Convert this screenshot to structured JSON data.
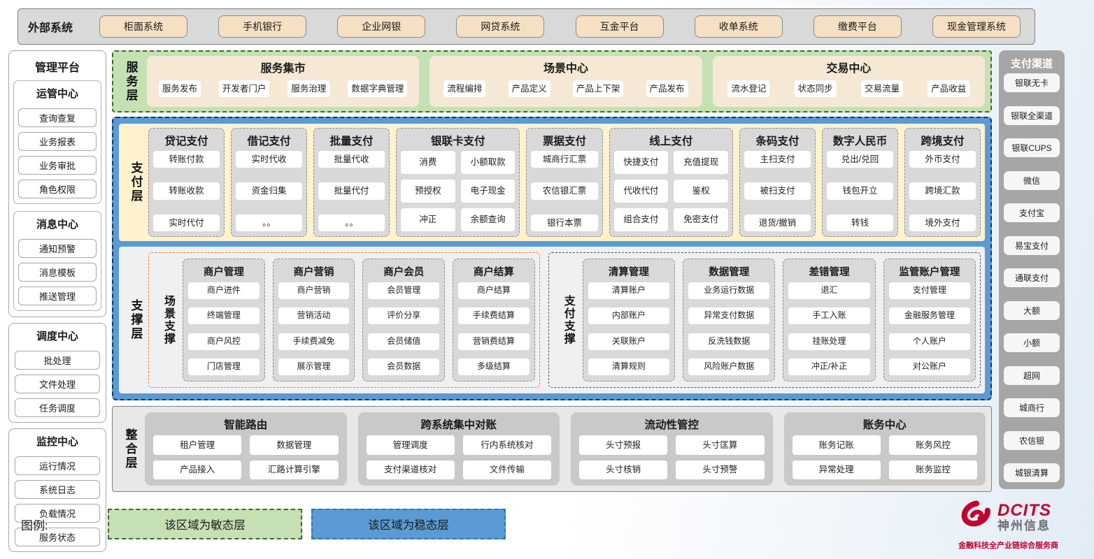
{
  "external": {
    "label": "外部系统",
    "items": [
      "柜面系统",
      "手机银行",
      "企业网银",
      "网贷系统",
      "互金平台",
      "收单系统",
      "缴费平台",
      "现金管理系统"
    ]
  },
  "management": {
    "title": "管理平台",
    "primary_groups": [
      {
        "title": "运管中心",
        "items": [
          "查询查复",
          "业务报表",
          "业务审批",
          "角色权限"
        ]
      },
      {
        "title": "消息中心",
        "items": [
          "通知预警",
          "消息模板",
          "推送管理"
        ]
      }
    ],
    "secondary_groups": [
      {
        "title": "调度中心",
        "items": [
          "批处理",
          "文件处理",
          "任务调度"
        ]
      },
      {
        "title": "监控中心",
        "items": [
          "运行情况",
          "系统日志",
          "负载情况",
          "服务状态"
        ]
      }
    ]
  },
  "service_layer": {
    "label": "服务层",
    "groups": [
      {
        "title": "服务集市",
        "items": [
          "服务发布",
          "开发者门户",
          "服务治理",
          "数据字典管理"
        ]
      },
      {
        "title": "场景中心",
        "items": [
          "流程编排",
          "产品定义",
          "产品上下架",
          "产品发布"
        ]
      },
      {
        "title": "交易中心",
        "items": [
          "流水登记",
          "状态同步",
          "交易流量",
          "产品收益"
        ]
      }
    ]
  },
  "payment_layer": {
    "label": "支付层",
    "columns": [
      {
        "title": "贷记支付",
        "items": [
          "转账付款",
          "转账收款",
          "实时代付"
        ]
      },
      {
        "title": "借记支付",
        "items": [
          "实时代收",
          "资金归集",
          "。。"
        ]
      },
      {
        "title": "批量支付",
        "items": [
          "批量代收",
          "批量代付",
          "。。"
        ]
      },
      {
        "title": "银联卡支付",
        "w": "wide",
        "items": [
          "消费",
          "小额取款",
          "预授权",
          "电子现金",
          "冲正",
          "余额查询"
        ]
      },
      {
        "title": "票据支付",
        "items": [
          "城商行汇票",
          "农信银汇票",
          "银行本票"
        ]
      },
      {
        "title": "线上支付",
        "w": "wide",
        "items": [
          "快捷支付",
          "充值提现",
          "代收代付",
          "鉴权",
          "组合支付",
          "免密支付"
        ]
      },
      {
        "title": "条码支付",
        "items": [
          "主扫支付",
          "被扫支付",
          "退货/撤销"
        ]
      },
      {
        "title": "数字人民币",
        "items": [
          "兑出/兑回",
          "钱包开立",
          "转钱"
        ]
      },
      {
        "title": "跨境支付",
        "items": [
          "外币支付",
          "跨境汇款",
          "境外支付"
        ]
      }
    ]
  },
  "support_layer": {
    "label": "支撑层",
    "sections": [
      {
        "label": "场景支撑",
        "accent": "orange",
        "groups": [
          {
            "title": "商户管理",
            "items": [
              "商户进件",
              "终端管理",
              "商户风控",
              "门店管理"
            ]
          },
          {
            "title": "商户营销",
            "items": [
              "商户营销",
              "营销活动",
              "手续费减免",
              "展示管理"
            ]
          },
          {
            "title": "商户会员",
            "items": [
              "会员管理",
              "评价分享",
              "会员储值",
              "会员数据"
            ]
          },
          {
            "title": "商户结算",
            "items": [
              "商户结算",
              "手续费结算",
              "营销费结算",
              "多级结算"
            ]
          }
        ]
      },
      {
        "label": "支付支撑",
        "accent": "navy",
        "groups": [
          {
            "title": "清算管理",
            "items": [
              "清算账户",
              "内部账户",
              "关联账户",
              "清算规则"
            ]
          },
          {
            "title": "数据管理",
            "items": [
              "业务运行数据",
              "异常支付数据",
              "反洗钱数据",
              "风险账户数据"
            ]
          },
          {
            "title": "差错管理",
            "items": [
              "退汇",
              "手工入账",
              "挂账处理",
              "冲正/补正"
            ]
          },
          {
            "title": "监管账户管理",
            "items": [
              "支付管理",
              "金融服务管理",
              "个人账户",
              "对公账户"
            ]
          }
        ]
      }
    ]
  },
  "integration_layer": {
    "label": "整合层",
    "groups": [
      {
        "title": "智能路由",
        "items": [
          "租户管理",
          "数据管理",
          "产品接入",
          "汇路计算引擎"
        ]
      },
      {
        "title": "跨系统集中对账",
        "items": [
          "管理调度",
          "行内系统核对",
          "支付渠道核对",
          "文件传输"
        ]
      },
      {
        "title": "流动性管控",
        "items": [
          "头寸预报",
          "头寸匡算",
          "头寸核销",
          "头寸预警"
        ]
      },
      {
        "title": "账务中心",
        "items": [
          "账务记账",
          "账务风控",
          "异常处理",
          "账务监控"
        ]
      }
    ]
  },
  "channels": {
    "title": "支付渠道",
    "items": [
      "银联无卡",
      "银联全渠道",
      "银联CUPS",
      "微信",
      "支付宝",
      "易宝支付",
      "通联支付",
      "大额",
      "小额",
      "超网",
      "城商行",
      "农信银",
      "城银清算"
    ]
  },
  "legend": {
    "label": "图例:",
    "items": [
      {
        "text": "该区域为敏态层",
        "type": "agile"
      },
      {
        "text": "该区域为稳态层",
        "type": "stable"
      }
    ]
  },
  "logo": {
    "brand": "DCITS",
    "name": "神州信息",
    "tagline": "金融科技全产业链综合服务商"
  },
  "colors": {
    "agile_green": "#c5e0b3",
    "stable_blue": "#5b9bd5",
    "panel_yellow": "#fff2cc",
    "module_gray": "#d9d9d9",
    "tan_button": "#f6e0c3",
    "accent_orange": "#ed7d31",
    "accent_navy": "#44546a",
    "brand_red": "#c3002f"
  }
}
